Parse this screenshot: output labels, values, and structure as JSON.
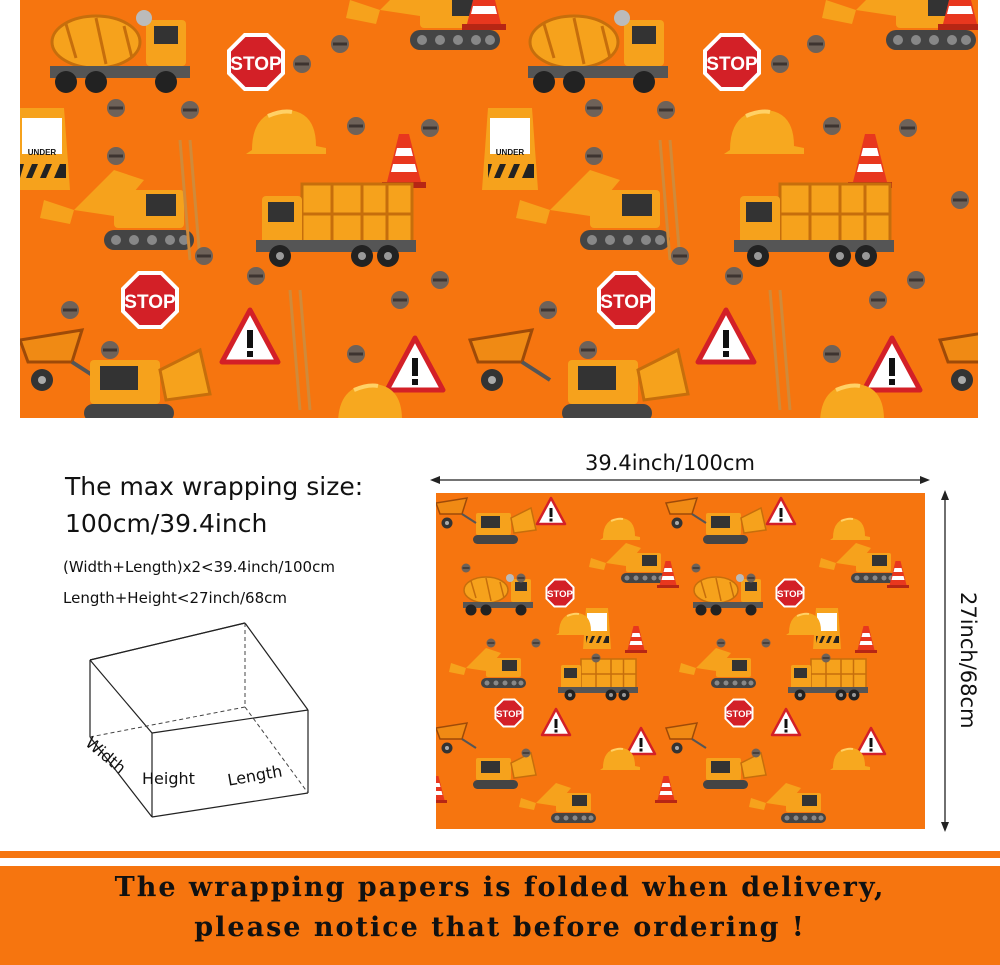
{
  "colors": {
    "orange": "#f6750f",
    "stop_red": "#d32027",
    "text": "#111111"
  },
  "pattern": {
    "stop_sign_text": "STOP",
    "under_sign_text": "UNDER",
    "icons": [
      "cement-mixer-icon",
      "stop-sign-icon",
      "excavator-icon",
      "dump-truck-icon",
      "hard-hat-icon",
      "traffic-cone-icon",
      "warning-sign-icon",
      "wheelbarrow-icon",
      "bulldozer-icon",
      "bolt-icon"
    ]
  },
  "spec": {
    "title_line1": "The max wrapping size:",
    "title_line2": "100cm/39.4inch",
    "rule1": "(Width+Length)x2<39.4inch/100cm",
    "rule2": "Length+Height<27inch/68cm"
  },
  "box": {
    "width_label": "Width",
    "height_label": "Height",
    "length_label": "Length"
  },
  "dimensions": {
    "width_label": "39.4inch/100cm",
    "height_label": "27inch/68cm"
  },
  "banner": {
    "line1": "The wrapping papers is folded when delivery,",
    "line2": "please notice that before ordering !"
  }
}
